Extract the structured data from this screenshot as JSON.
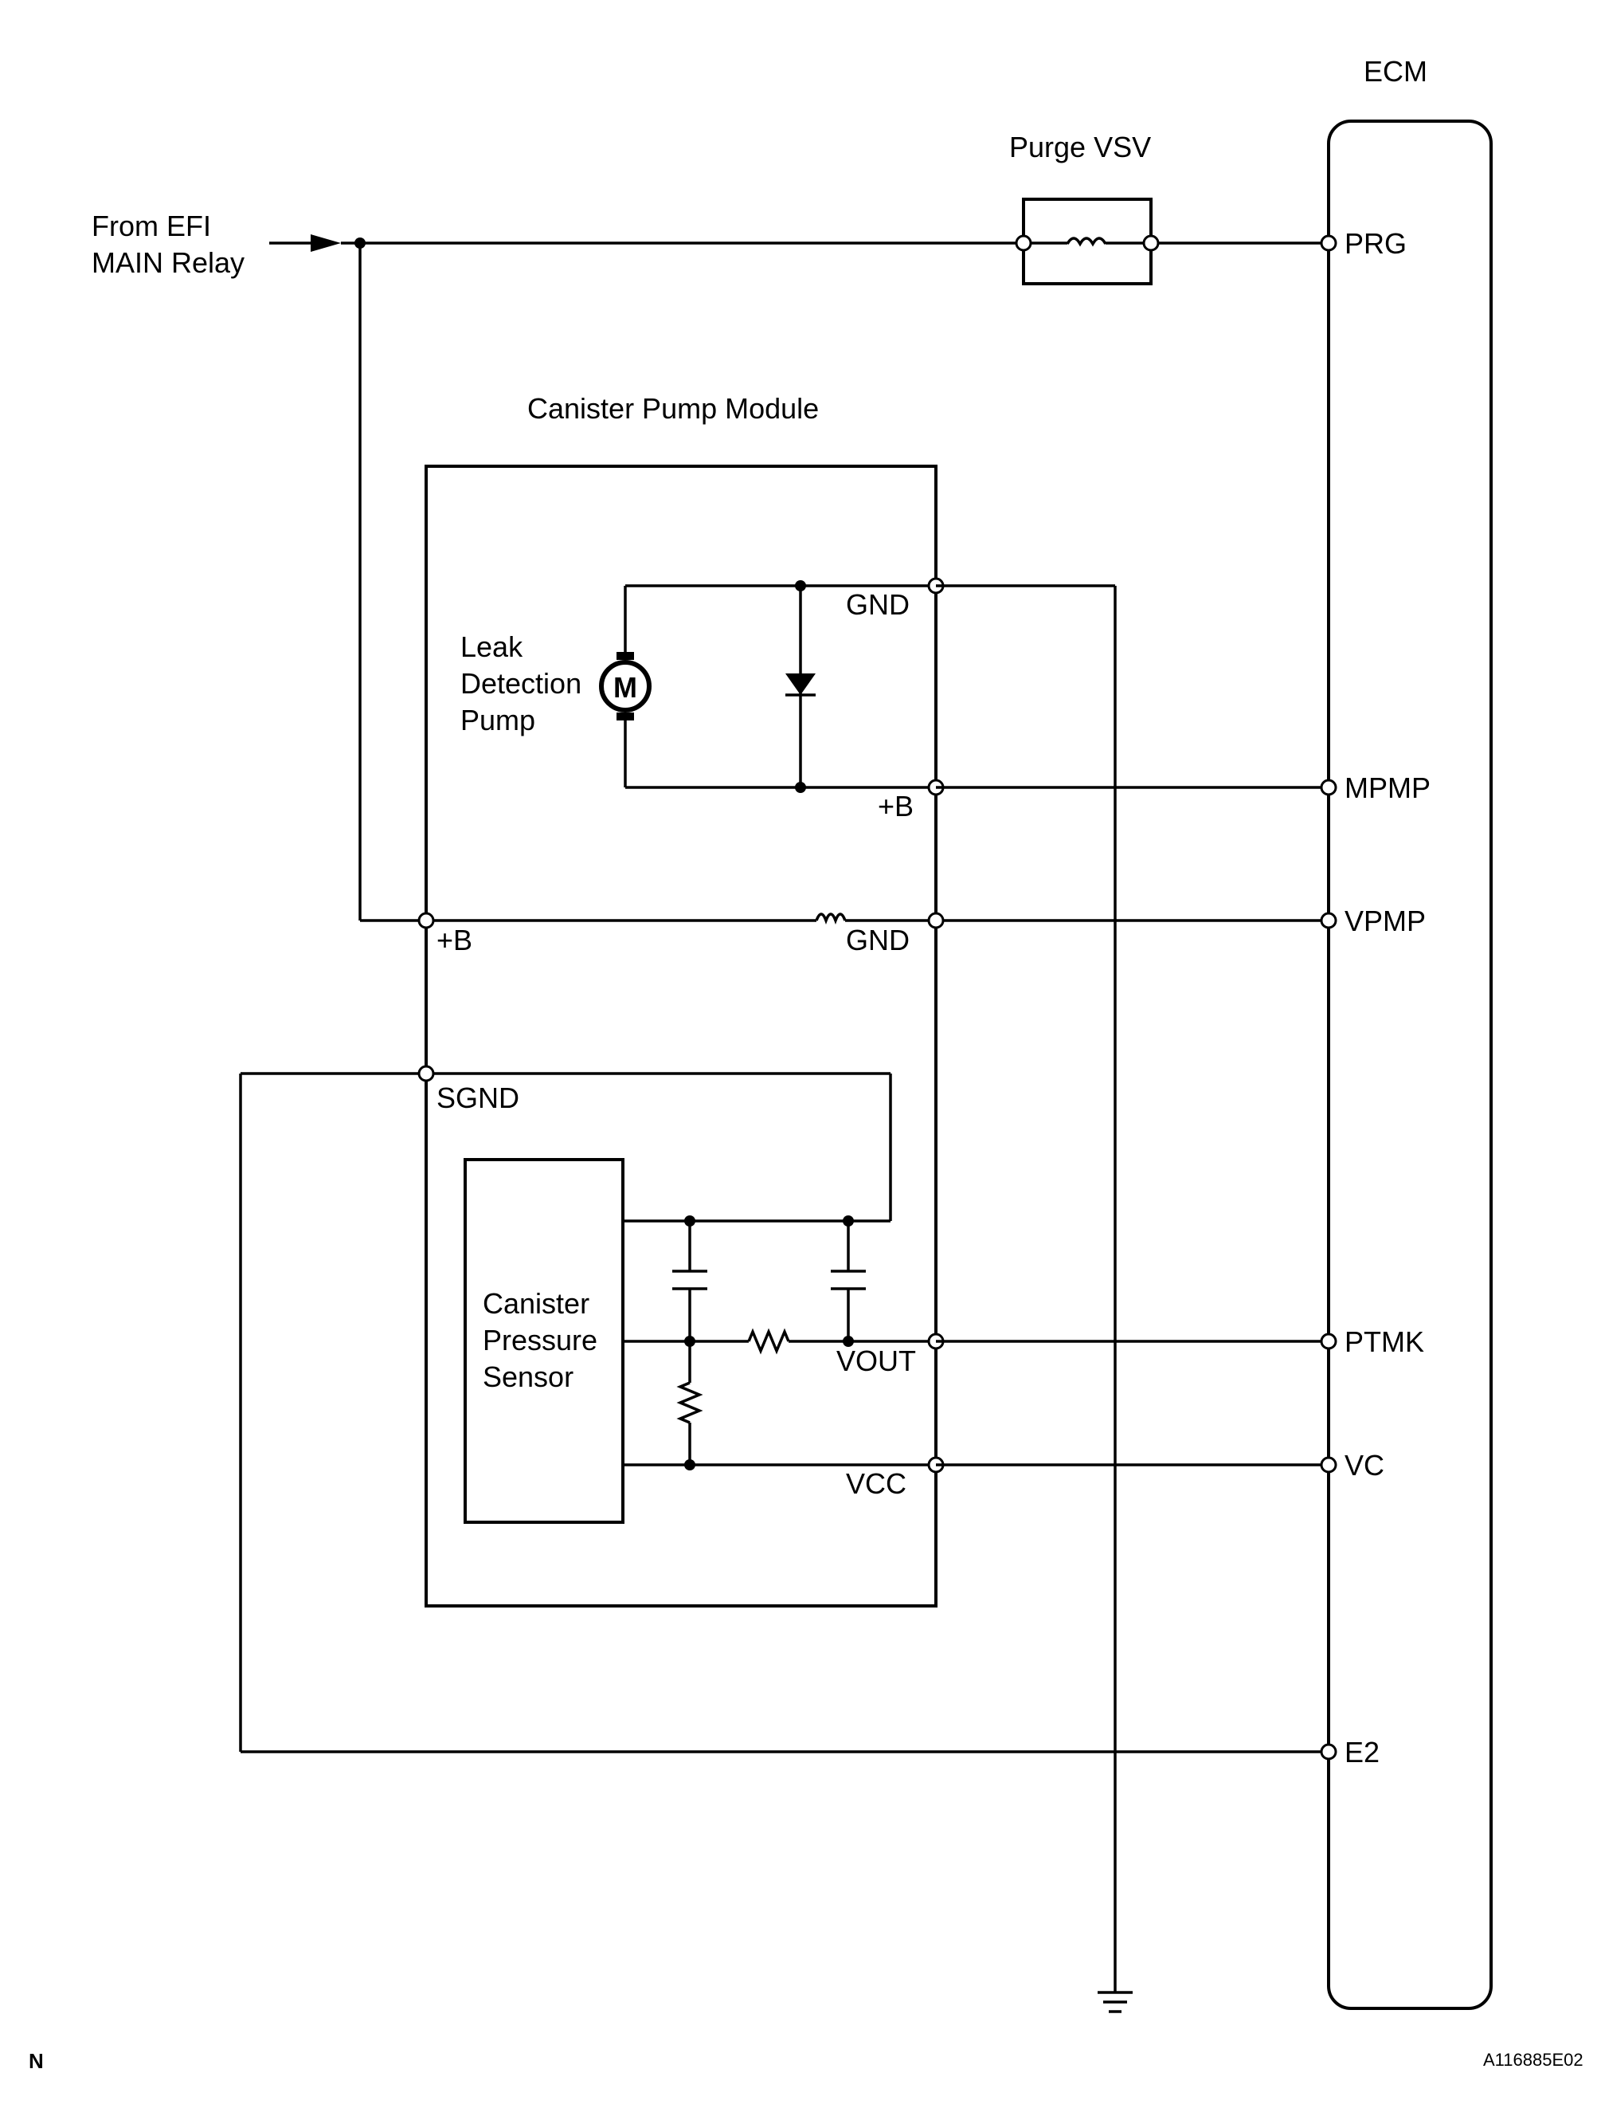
{
  "labels": {
    "ecm": "ECM",
    "purge_vsv": "Purge VSV",
    "from_efi_line1": "From EFI",
    "from_efi_line2": "MAIN Relay",
    "canister_pump_module": "Canister Pump Module",
    "leak_pump_line1": "Leak",
    "leak_pump_line2": "Detection",
    "leak_pump_line3": "Pump",
    "motor_symbol": "M",
    "sensor_line1": "Canister",
    "sensor_line2": "Pressure",
    "sensor_line3": "Sensor",
    "corner_left": "N",
    "figure_code": "A116885E02"
  },
  "module_terminals": {
    "gnd_top": "GND",
    "plus_b_right": "+B",
    "plus_b_left": "+B",
    "gnd_vpmp": "GND",
    "sgnd": "SGND",
    "vout": "VOUT",
    "vcc": "VCC"
  },
  "ecm_pins": [
    "PRG",
    "MPMP",
    "VPMP",
    "PTMK",
    "VC",
    "E2"
  ]
}
